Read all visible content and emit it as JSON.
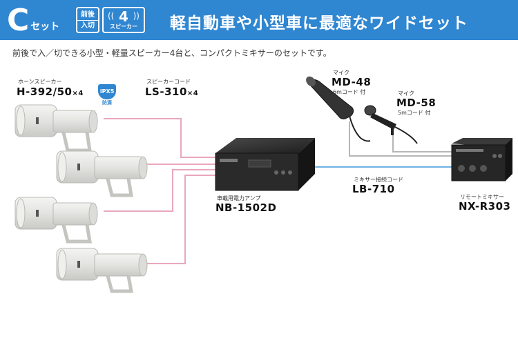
{
  "header": {
    "set_letter": "C",
    "set_word": "セット",
    "mode_top": "前後",
    "mode_bottom": "入切",
    "speaker_count": "4",
    "speaker_label": "スピーカー",
    "headline": "軽自動車や小型車に最適なワイドセット"
  },
  "description": "前後で入／切できる小型・軽量スピーカー4台と、コンパクトミキサーのセットです。",
  "components": {
    "horn_speaker": {
      "category": "ホーンスピーカー",
      "model": "H-392/50",
      "qty": "×4",
      "ip_rating": "IPX5",
      "ip_note": "防滴"
    },
    "speaker_cord": {
      "category": "スピーカーコード",
      "model": "LS-310",
      "qty": "×4"
    },
    "amplifier": {
      "category": "車載用電力アンプ",
      "model": "NB-1502D"
    },
    "mic_48": {
      "category": "マイク",
      "model": "MD-48",
      "cord": "6mコード 付"
    },
    "mic_58": {
      "category": "マイク",
      "model": "MD-58",
      "cord": "5mコード 付"
    },
    "mixer_cord": {
      "category": "ミキサー接続コード",
      "model": "LB-710"
    },
    "remote_mixer": {
      "category": "リモートミキサー",
      "model": "NX-R303"
    }
  },
  "colors": {
    "header_bg": "#2f86d1",
    "speaker_line": "#e8a7bd",
    "mixer_line": "#6fb1e3",
    "mic_line": "#b5b5b5"
  }
}
